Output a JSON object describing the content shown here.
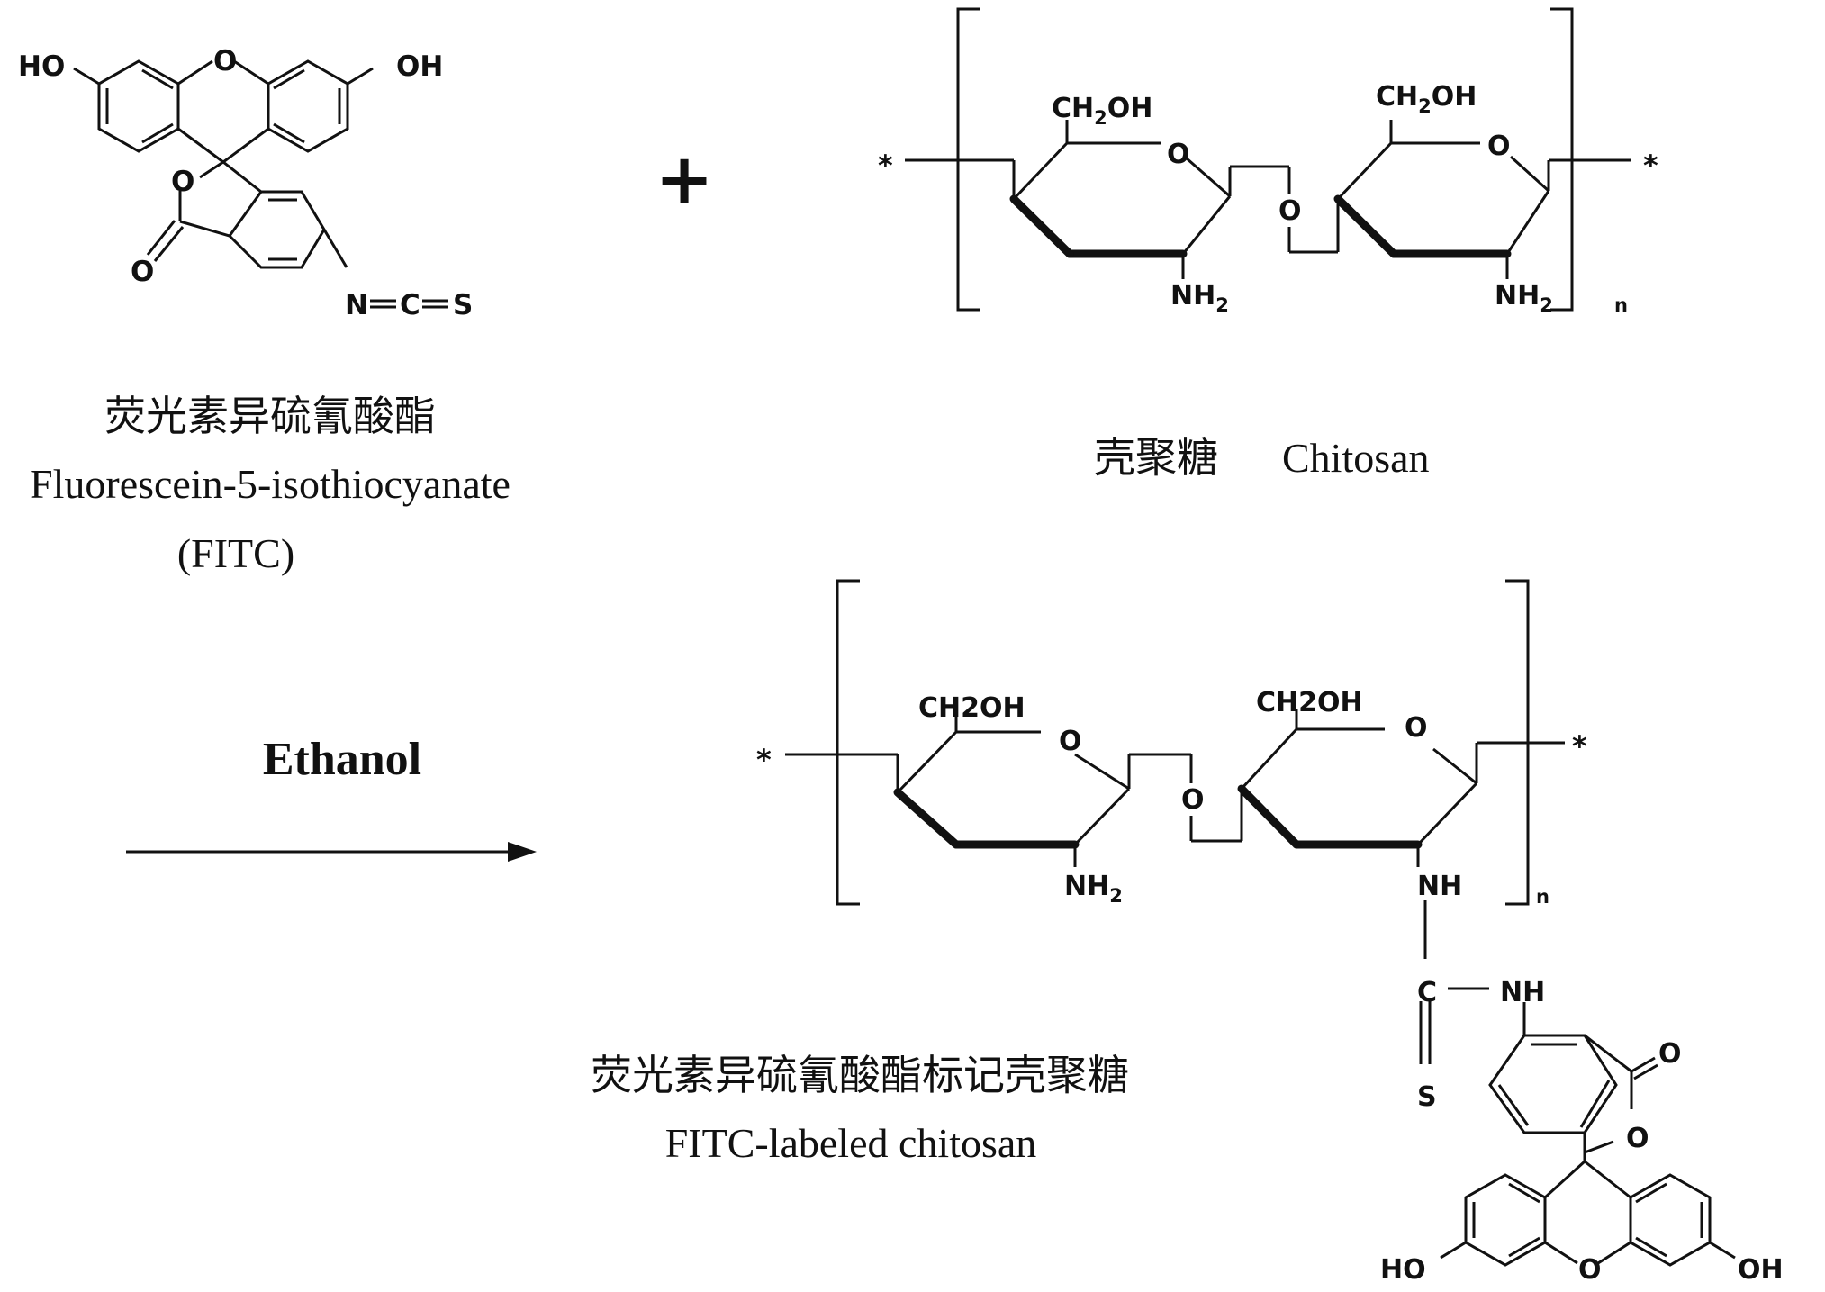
{
  "reactant_fitc": {
    "atoms": {
      "ho": "HO",
      "oh": "OH",
      "o_bridge": "O",
      "o_lactone": "O",
      "o_carbonyl": "O",
      "n": "N",
      "c": "C",
      "s": "S"
    },
    "caption_cn": "荧光素异硫氰酸酯",
    "caption_en": "Fluorescein-5-isothiocyanate",
    "caption_abbr": "(FITC)"
  },
  "plus_sign": "+",
  "reactant_chitosan": {
    "atoms": {
      "ch2oh_1_main": "CH",
      "ch2oh_1_sub": "2",
      "ch2oh_1_tail": "OH",
      "ch2oh_2_main": "CH",
      "ch2oh_2_sub": "2",
      "ch2oh_2_tail": "OH",
      "ring_o_1": "O",
      "ring_o_2": "O",
      "link_o": "O",
      "nh2_1_main": "NH",
      "nh2_1_sub": "2",
      "nh2_2_main": "NH",
      "nh2_2_sub": "2",
      "star_left": "*",
      "star_right": "*",
      "repeat": "n"
    },
    "caption_cn": "壳聚糖",
    "caption_en": "Chitosan"
  },
  "reaction": {
    "condition": "Ethanol"
  },
  "product": {
    "atoms": {
      "ch2oh_1": "CH2OH",
      "ch2oh_2": "CH2OH",
      "ring_o_1": "O",
      "ring_o_2": "O",
      "link_o": "O",
      "nh2_main": "NH",
      "nh2_sub": "2",
      "nh": "NH",
      "c": "C",
      "nh_2": "NH",
      "s": "S",
      "o_carbonyl": "O",
      "o_lactone": "O",
      "o_bridge": "O",
      "ho": "HO",
      "oh": "OH",
      "star_left": "*",
      "star_right": "*",
      "repeat": "n"
    },
    "caption_cn": "荧光素异硫氰酸酯标记壳聚糖",
    "caption_en": "FITC-labeled chitosan"
  }
}
